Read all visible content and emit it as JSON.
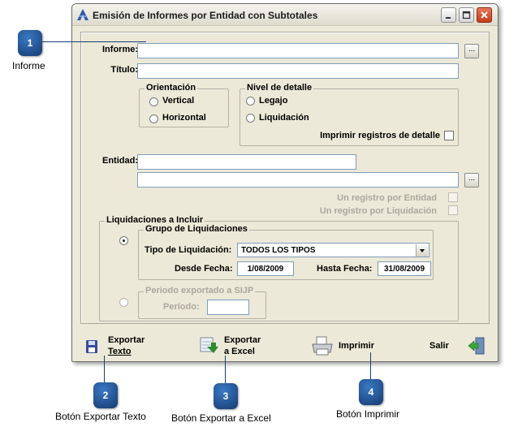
{
  "window": {
    "title": "Emisión de Informes por Entidad con Subtotales"
  },
  "form": {
    "informe_label": "Informe:",
    "informe_value": "",
    "informe_lookup_glyph": "...",
    "titulo_label": "Título:",
    "titulo_value": "",
    "orientacion": {
      "legend": "Orientación",
      "options": [
        "Vertical",
        "Horizontal"
      ]
    },
    "nivel_detalle": {
      "legend": "Nivel de detalle",
      "options": [
        "Legajo",
        "Liquidación"
      ],
      "detail_check_label": "Imprimir registros de detalle"
    },
    "entidad_label": "Entidad:",
    "entidad_code": "",
    "entidad_name": "",
    "entidad_lookup_glyph": "...",
    "un_registro_entidad": "Un registro por Entidad",
    "un_registro_liquidacion": "Un registro por Liquidación",
    "liquidaciones": {
      "legend": "Liquidaciones a Incluir",
      "grupo_legend": "Grupo de Liquidaciones",
      "tipo_label": "Tipo de Liquidación:",
      "tipo_value": "TODOS LOS TIPOS",
      "desde_label": "Desde Fecha:",
      "desde_value": "1/08/2009",
      "hasta_label": "Hasta Fecha:",
      "hasta_value": "31/08/2009",
      "periodo_legend": "Periodo exportado a SIJP",
      "periodo_label": "Período:",
      "periodo_value": ""
    }
  },
  "toolbar": {
    "exportar_texto_line1": "Exportar",
    "exportar_texto_line2": "Texto",
    "exportar_excel_line1": "Exportar",
    "exportar_excel_line2": "a Excel",
    "imprimir": "Imprimir",
    "salir": "Salir"
  },
  "callouts": [
    {
      "number": "1",
      "label": "Informe"
    },
    {
      "number": "2",
      "label": "Botón Exportar Texto"
    },
    {
      "number": "3",
      "label": "Botón Exportar a Excel"
    },
    {
      "number": "4",
      "label": "Botón Imprimir"
    }
  ],
  "colors": {
    "window_bg": "#ece9d8",
    "callout_blue": "#1a3d75",
    "close_button": "#c63a16"
  },
  "icons": [
    "app-icon",
    "minimize-icon",
    "maximize-icon",
    "close-icon",
    "floppy-disk-icon",
    "excel-export-icon",
    "printer-icon",
    "exit-door-icon"
  ]
}
